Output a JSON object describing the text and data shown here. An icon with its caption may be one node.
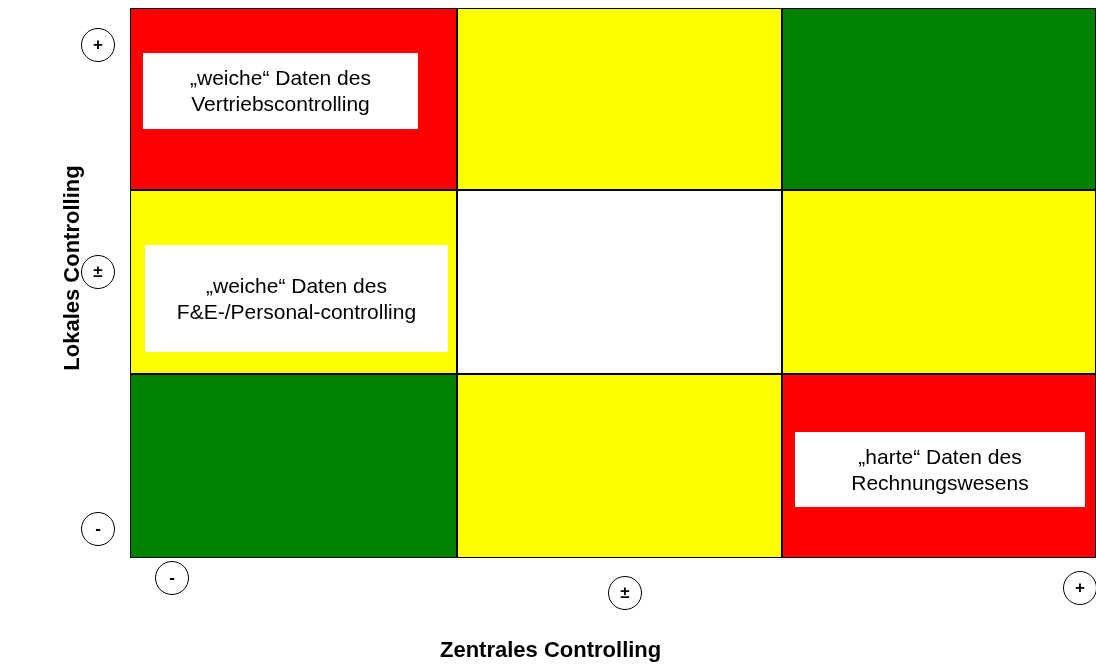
{
  "diagram": {
    "nodes": [
      {
        "text": [],
        "shape": "box"
      },
      {
        "text": [
          "„weiche“ Daten des Vertriebscontrolling"
        ],
        "in": 0
      },
      {
        "text": [],
        "shape": "box"
      },
      {
        "text": [],
        "shape": "box"
      },
      {
        "text": [],
        "shape": "box"
      },
      {
        "text": [
          "„weiche“ Daten des F&E-/Personal-controlling"
        ],
        "in": 4
      },
      {
        "text": [],
        "shape": "box"
      },
      {
        "text": [],
        "shape": "box"
      },
      {
        "text": [],
        "shape": "box"
      },
      {
        "text": [],
        "shape": "box"
      },
      {
        "text": [],
        "shape": "box"
      },
      {
        "text": [
          "„harte“ Daten des Rechnungswesens"
        ],
        "in": 10
      },
      {
        "text": [
          "+"
        ]
      },
      {
        "text": [
          "±"
        ]
      },
      {
        "text": [
          "-"
        ]
      },
      {
        "text": [
          "-"
        ]
      },
      {
        "text": [
          "±"
        ]
      },
      {
        "text": [
          "+"
        ]
      }
    ],
    "edges": [],
    "labels": [
      "Lokales Controlling",
      "Zentrales Controlling"
    ]
  }
}
